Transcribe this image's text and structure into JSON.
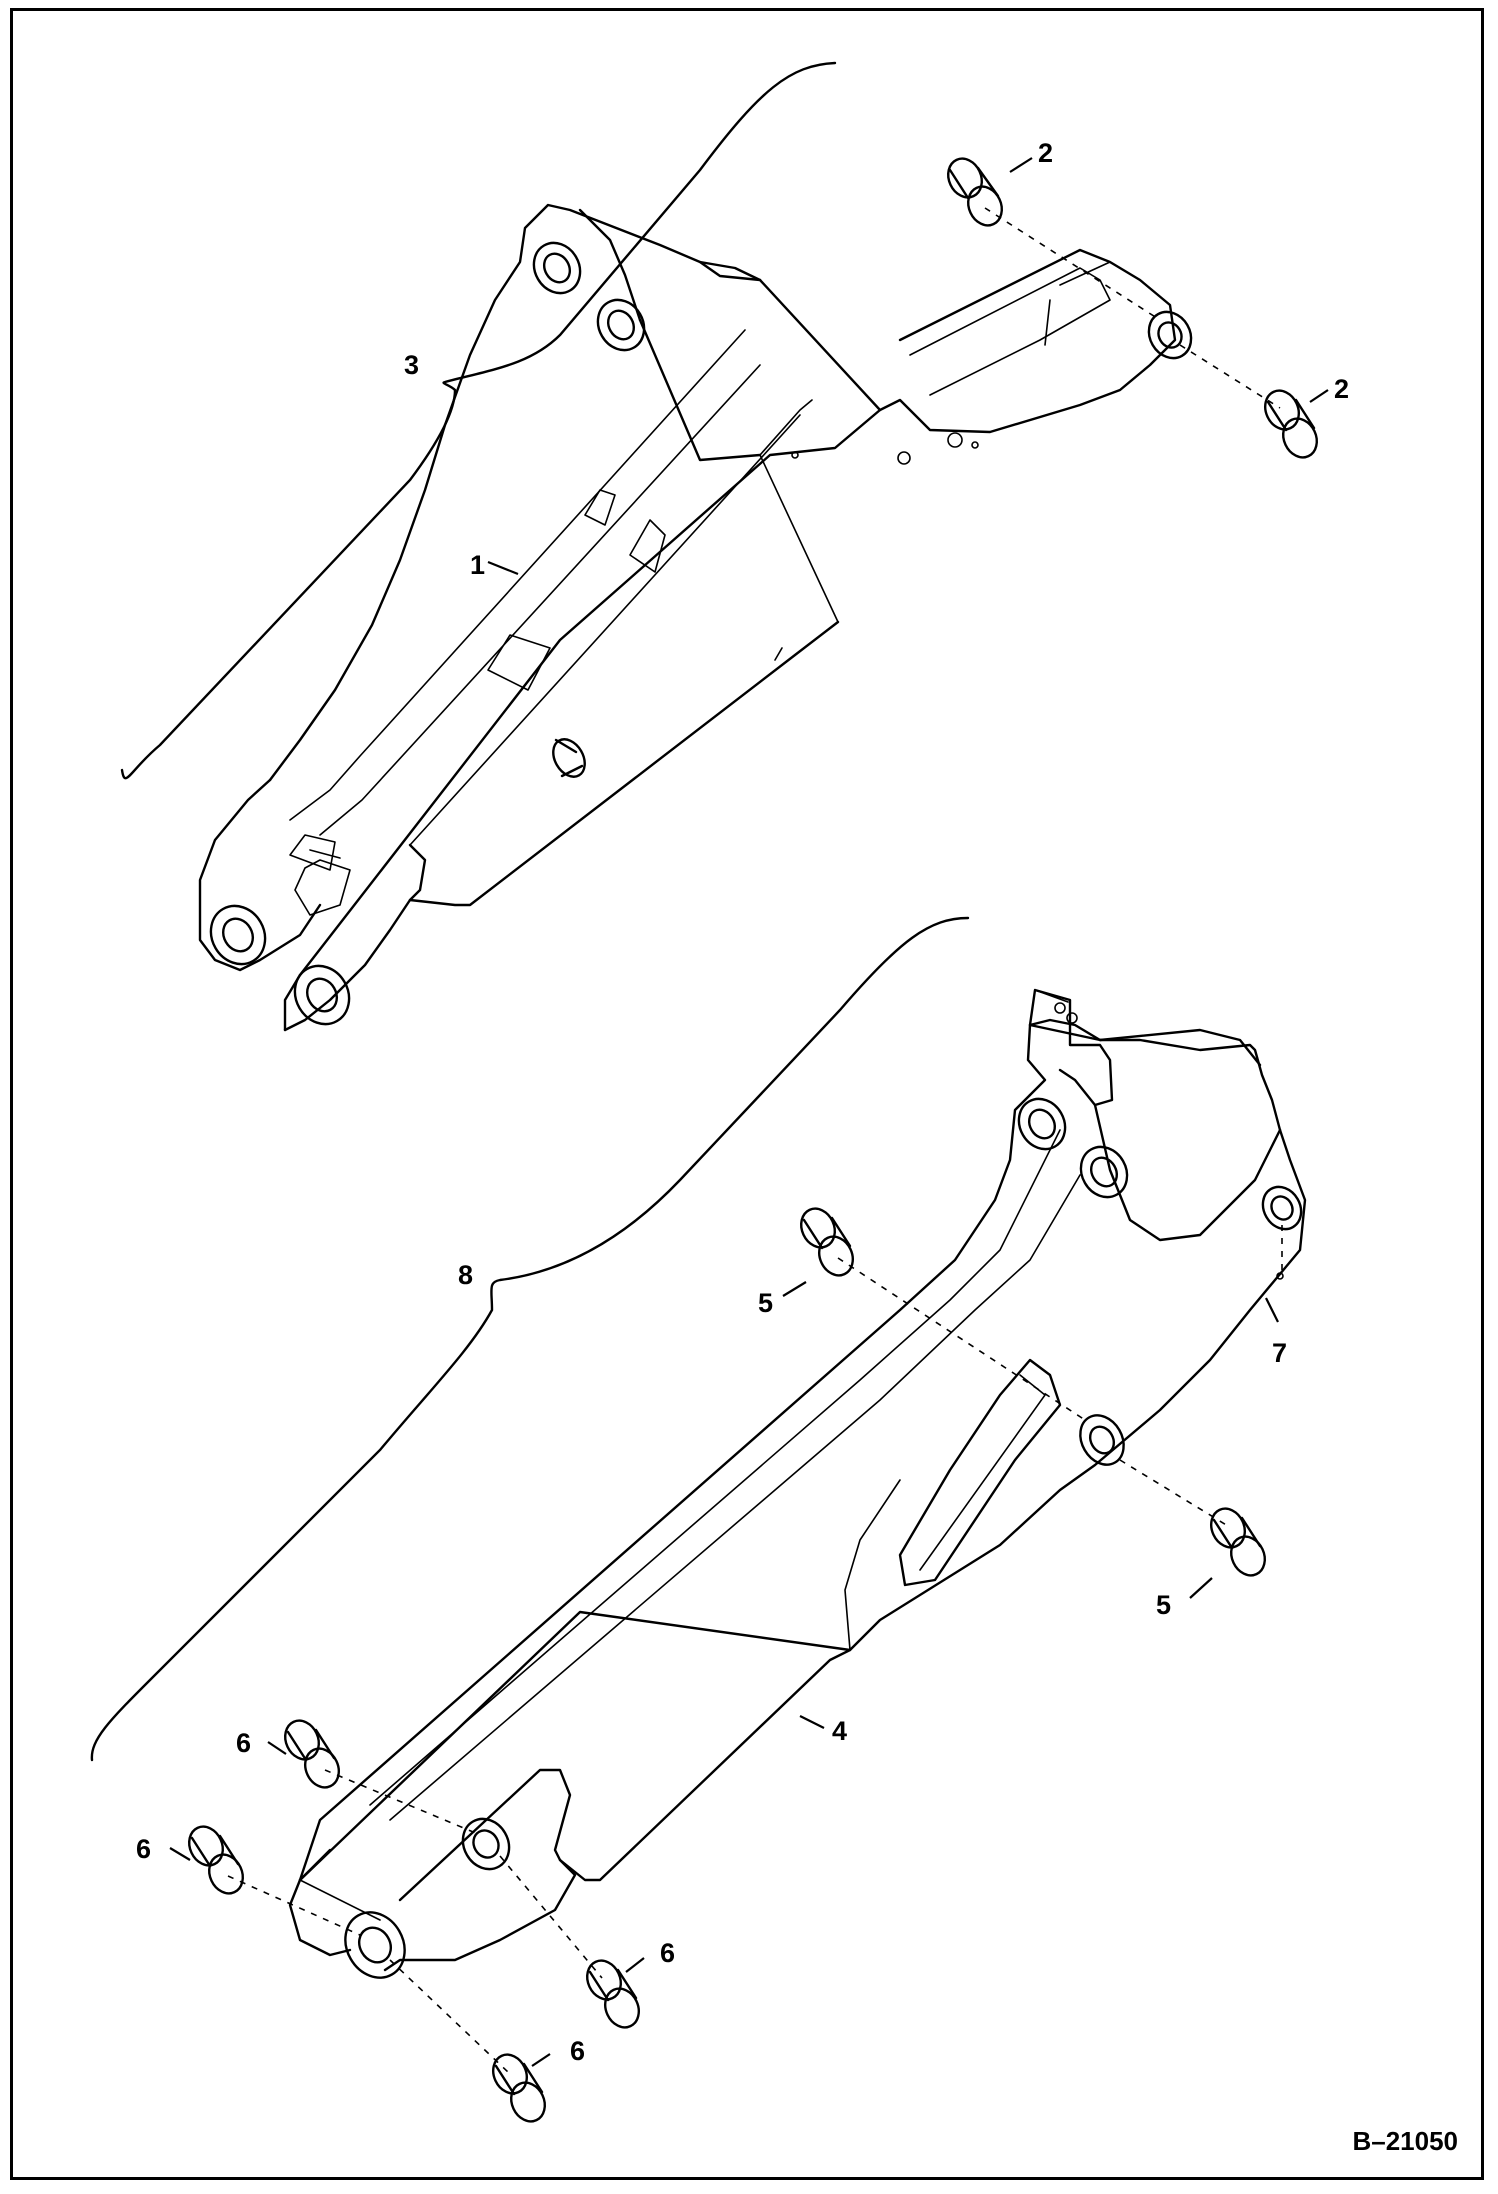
{
  "figure": {
    "reference_code": "B–21050"
  },
  "callouts": {
    "boom_upper": "1",
    "bushing_top": "2",
    "bushing_right": "2",
    "boom_assembly": "3",
    "arm": "4",
    "bushing_arm_upper": "5",
    "bushing_arm_lower": "5",
    "bushing_pin_a": "6",
    "bushing_pin_b": "6",
    "bushing_pin_c": "6",
    "bushing_pin_d": "6",
    "grease_fitting": "7",
    "arm_assembly": "8"
  }
}
